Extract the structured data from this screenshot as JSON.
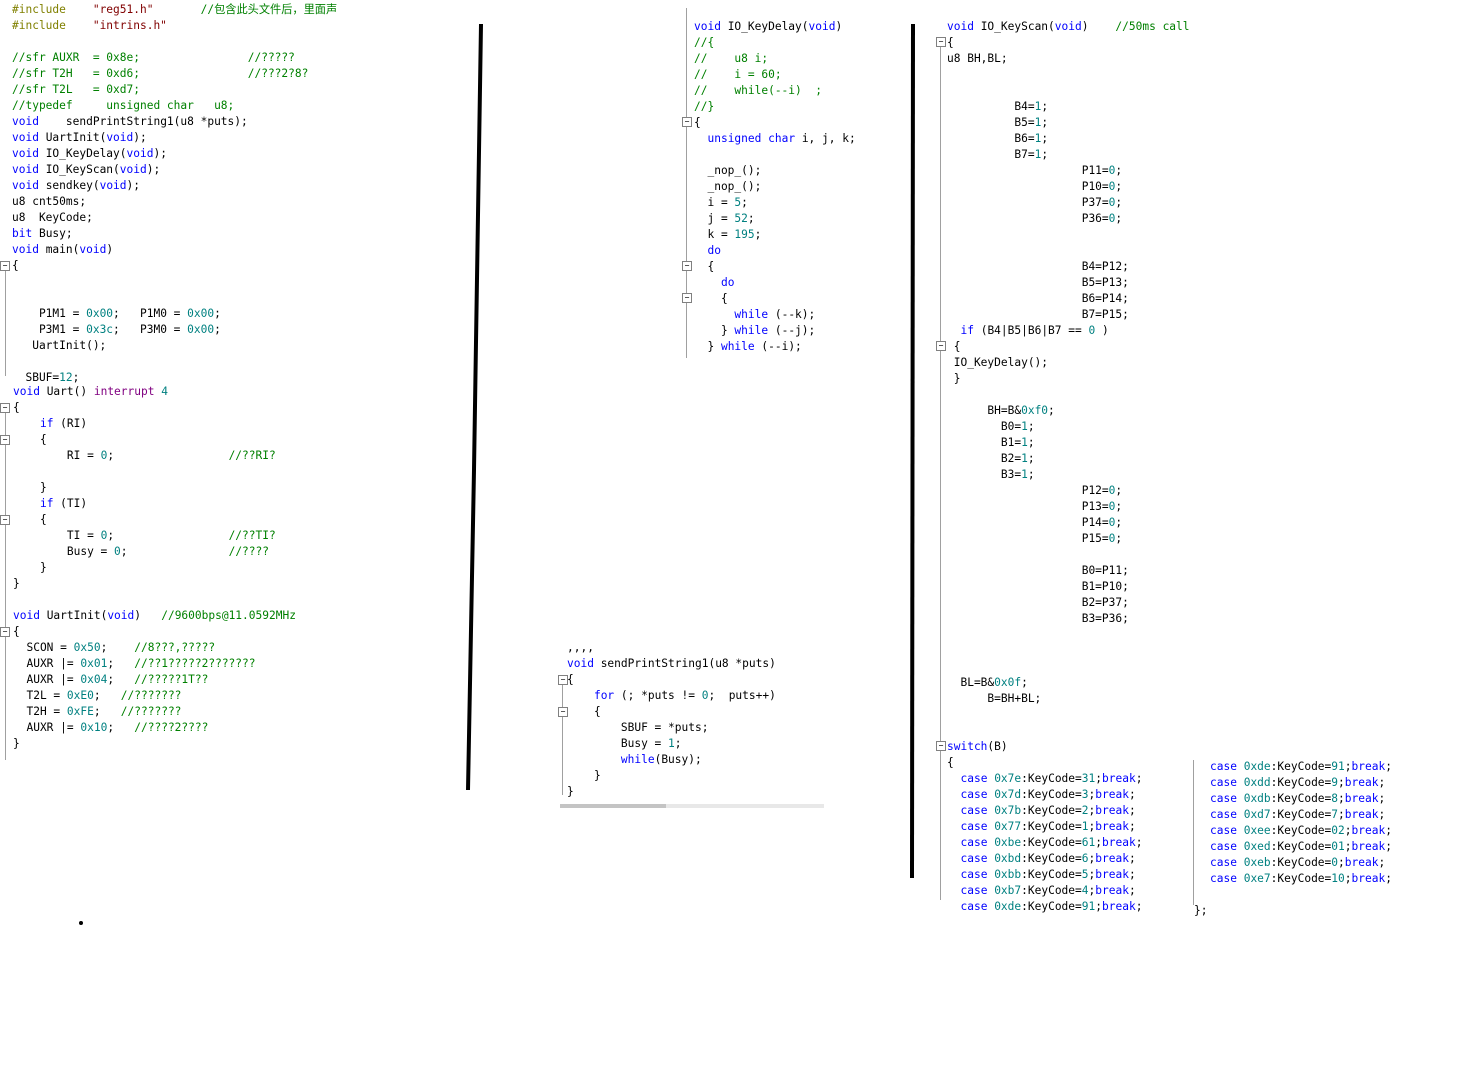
{
  "panel_main": {
    "lines": [
      {
        "t": "#include    \"reg51.h\"       //包含此头文件后，里面声",
        "c": "pp"
      },
      {
        "t": "#include    \"intrins.h\"",
        "c": "pp"
      },
      {
        "t": "",
        "c": ""
      },
      {
        "t": "//sfr AUXR  = 0x8e;                //?????",
        "c": "cm"
      },
      {
        "t": "//sfr T2H   = 0xd6;                //???2?8?",
        "c": "cm"
      },
      {
        "t": "//sfr T2L   = 0xd7;",
        "c": "cm"
      },
      {
        "t": "//typedef     unsigned char   u8;",
        "c": "cm"
      },
      {
        "t": "void    sendPrintString1(u8 *puts);",
        "c": ""
      },
      {
        "t": "void UartInit(void);",
        "c": ""
      },
      {
        "t": "void IO_KeyDelay(void);",
        "c": ""
      },
      {
        "t": "void IO_KeyScan(void);",
        "c": ""
      },
      {
        "t": "void sendkey(void);",
        "c": ""
      },
      {
        "t": "u8 cnt50ms;",
        "c": ""
      },
      {
        "t": "u8  KeyCode;",
        "c": ""
      },
      {
        "t": "bit Busy;",
        "c": ""
      },
      {
        "t": "void main(void)",
        "c": ""
      },
      {
        "t": "{",
        "c": ""
      },
      {
        "t": "",
        "c": ""
      },
      {
        "t": "",
        "c": ""
      },
      {
        "t": "    P1M1 = 0x00;   P1M0 = 0x00;",
        "c": ""
      },
      {
        "t": "    P3M1 = 0x3c;   P3M0 = 0x00;",
        "c": ""
      },
      {
        "t": "   UartInit();",
        "c": ""
      },
      {
        "t": "",
        "c": ""
      },
      {
        "t": "  SBUF=12;",
        "c": ""
      }
    ]
  },
  "panel_uart": {
    "lines": [
      {
        "t": "void Uart() interrupt 4",
        "c": ""
      },
      {
        "t": "{",
        "c": ""
      },
      {
        "t": "    if (RI)",
        "c": ""
      },
      {
        "t": "    {",
        "c": ""
      },
      {
        "t": "        RI = 0;                 //??RI?",
        "c": ""
      },
      {
        "t": "",
        "c": ""
      },
      {
        "t": "    }",
        "c": ""
      },
      {
        "t": "    if (TI)",
        "c": ""
      },
      {
        "t": "    {",
        "c": ""
      },
      {
        "t": "        TI = 0;                 //??TI?",
        "c": ""
      },
      {
        "t": "        Busy = 0;               //????",
        "c": ""
      },
      {
        "t": "    }",
        "c": ""
      },
      {
        "t": "}",
        "c": ""
      },
      {
        "t": "",
        "c": ""
      },
      {
        "t": "void UartInit(void)   //9600bps@11.0592MHz",
        "c": ""
      },
      {
        "t": "{",
        "c": ""
      },
      {
        "t": "  SCON = 0x50;    //8???,?????",
        "c": ""
      },
      {
        "t": "  AUXR |= 0x01;   //??1?????2???????",
        "c": ""
      },
      {
        "t": "  AUXR |= 0x04;   //?????1T??",
        "c": ""
      },
      {
        "t": "  T2L = 0xE0;   //???????",
        "c": ""
      },
      {
        "t": "  T2H = 0xFE;   //???????",
        "c": ""
      },
      {
        "t": "  AUXR |= 0x10;   //????2????",
        "c": ""
      },
      {
        "t": "}",
        "c": ""
      }
    ]
  },
  "panel_delay": {
    "lines": [
      {
        "t": "void IO_KeyDelay(void)",
        "c": ""
      },
      {
        "t": "//{",
        "c": "cm"
      },
      {
        "t": "//    u8 i;",
        "c": "cm"
      },
      {
        "t": "//    i = 60;",
        "c": "cm"
      },
      {
        "t": "//    while(--i)  ;",
        "c": "cm"
      },
      {
        "t": "//}",
        "c": "cm"
      },
      {
        "t": "{",
        "c": ""
      },
      {
        "t": "  unsigned char i, j, k;",
        "c": ""
      },
      {
        "t": "",
        "c": ""
      },
      {
        "t": "  _nop_();",
        "c": ""
      },
      {
        "t": "  _nop_();",
        "c": ""
      },
      {
        "t": "  i = 5;",
        "c": ""
      },
      {
        "t": "  j = 52;",
        "c": ""
      },
      {
        "t": "  k = 195;",
        "c": ""
      },
      {
        "t": "  do",
        "c": ""
      },
      {
        "t": "  {",
        "c": ""
      },
      {
        "t": "    do",
        "c": ""
      },
      {
        "t": "    {",
        "c": ""
      },
      {
        "t": "      while (--k);",
        "c": ""
      },
      {
        "t": "    } while (--j);",
        "c": ""
      },
      {
        "t": "  } while (--i);",
        "c": ""
      }
    ]
  },
  "panel_send": {
    "lines": [
      {
        "t": ",,,,",
        "c": ""
      },
      {
        "t": "void sendPrintString1(u8 *puts)",
        "c": ""
      },
      {
        "t": "{",
        "c": ""
      },
      {
        "t": "    for (; *puts != 0;  puts++)",
        "c": ""
      },
      {
        "t": "    {",
        "c": ""
      },
      {
        "t": "        SBUF = *puts;",
        "c": ""
      },
      {
        "t": "        Busy = 1;",
        "c": ""
      },
      {
        "t": "        while(Busy);",
        "c": ""
      },
      {
        "t": "    }",
        "c": ""
      },
      {
        "t": "}",
        "c": ""
      }
    ]
  },
  "panel_scan": {
    "lines": [
      {
        "t": "void IO_KeyScan(void)    //50ms call",
        "c": ""
      },
      {
        "t": "{",
        "c": ""
      },
      {
        "t": "u8 BH,BL;",
        "c": ""
      },
      {
        "t": "",
        "c": ""
      },
      {
        "t": "",
        "c": ""
      },
      {
        "t": "          B4=1;",
        "c": ""
      },
      {
        "t": "          B5=1;",
        "c": ""
      },
      {
        "t": "          B6=1;",
        "c": ""
      },
      {
        "t": "          B7=1;",
        "c": ""
      },
      {
        "t": "                    P11=0;",
        "c": ""
      },
      {
        "t": "                    P10=0;",
        "c": ""
      },
      {
        "t": "                    P37=0;",
        "c": ""
      },
      {
        "t": "                    P36=0;",
        "c": ""
      },
      {
        "t": "",
        "c": ""
      },
      {
        "t": "",
        "c": ""
      },
      {
        "t": "                    B4=P12;",
        "c": ""
      },
      {
        "t": "                    B5=P13;",
        "c": ""
      },
      {
        "t": "                    B6=P14;",
        "c": ""
      },
      {
        "t": "                    B7=P15;",
        "c": ""
      },
      {
        "t": "  if (B4|B5|B6|B7 == 0 )",
        "c": ""
      },
      {
        "t": " {",
        "c": ""
      },
      {
        "t": " IO_KeyDelay();",
        "c": ""
      },
      {
        "t": " }",
        "c": ""
      },
      {
        "t": "",
        "c": ""
      },
      {
        "t": "      BH=B&0xf0;",
        "c": ""
      },
      {
        "t": "        B0=1;",
        "c": ""
      },
      {
        "t": "        B1=1;",
        "c": ""
      },
      {
        "t": "        B2=1;",
        "c": ""
      },
      {
        "t": "        B3=1;",
        "c": ""
      },
      {
        "t": "                    P12=0;",
        "c": ""
      },
      {
        "t": "                    P13=0;",
        "c": ""
      },
      {
        "t": "                    P14=0;",
        "c": ""
      },
      {
        "t": "                    P15=0;",
        "c": ""
      },
      {
        "t": "",
        "c": ""
      },
      {
        "t": "                    B0=P11;",
        "c": ""
      },
      {
        "t": "                    B1=P10;",
        "c": ""
      },
      {
        "t": "                    B2=P37;",
        "c": ""
      },
      {
        "t": "                    B3=P36;",
        "c": ""
      },
      {
        "t": "",
        "c": ""
      },
      {
        "t": "",
        "c": ""
      },
      {
        "t": "",
        "c": ""
      },
      {
        "t": "  BL=B&0x0f;",
        "c": ""
      },
      {
        "t": "      B=BH+BL;",
        "c": ""
      },
      {
        "t": "",
        "c": ""
      },
      {
        "t": "",
        "c": ""
      },
      {
        "t": "switch(B)",
        "c": ""
      },
      {
        "t": "{",
        "c": ""
      },
      {
        "t": "  case 0x7e:KeyCode=31;break;",
        "c": ""
      },
      {
        "t": "  case 0x7d:KeyCode=3;break;",
        "c": ""
      },
      {
        "t": "  case 0x7b:KeyCode=2;break;",
        "c": ""
      },
      {
        "t": "  case 0x77:KeyCode=1;break;",
        "c": ""
      },
      {
        "t": "  case 0xbe:KeyCode=61;break;",
        "c": ""
      },
      {
        "t": "  case 0xbd:KeyCode=6;break;",
        "c": ""
      },
      {
        "t": "  case 0xbb:KeyCode=5;break;",
        "c": ""
      },
      {
        "t": "  case 0xb7:KeyCode=4;break;",
        "c": ""
      },
      {
        "t": "  case 0xde:KeyCode=91;break;",
        "c": ""
      }
    ]
  },
  "panel_cases2": {
    "lines": [
      {
        "t": "case 0xde:KeyCode=91;break;",
        "c": ""
      },
      {
        "t": "case 0xdd:KeyCode=9;break;",
        "c": ""
      },
      {
        "t": "case 0xdb:KeyCode=8;break;",
        "c": ""
      },
      {
        "t": "case 0xd7:KeyCode=7;break;",
        "c": ""
      },
      {
        "t": "case 0xee:KeyCode=02;break;",
        "c": ""
      },
      {
        "t": "case 0xed:KeyCode=01;break;",
        "c": ""
      },
      {
        "t": "case 0xeb:KeyCode=0;break;",
        "c": ""
      },
      {
        "t": "case 0xe7:KeyCode=10;break;",
        "c": ""
      }
    ],
    "closing": "};"
  },
  "colors": {
    "keyword": "#0000ff",
    "number": "#008080",
    "comment": "#008000",
    "preprocessor": "#808000",
    "interrupt": "#800080"
  }
}
